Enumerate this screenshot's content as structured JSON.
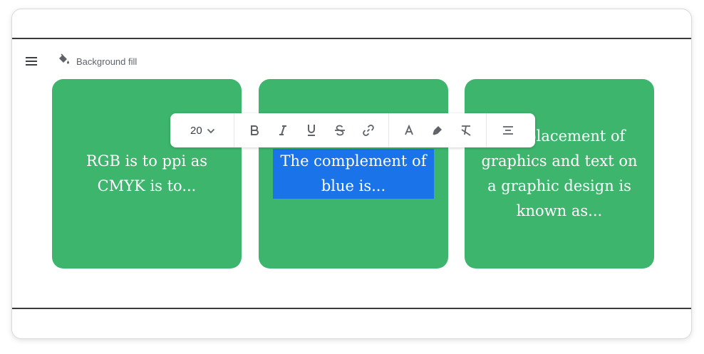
{
  "toolbar_top": {
    "background_fill_label": "Background fill"
  },
  "cards": [
    {
      "text": "RGB is to ppi as CMYK is to..."
    },
    {
      "text": "The complement of blue is..."
    },
    {
      "text": "The placement of graphics and text on a graphic design is known as..."
    }
  ],
  "format_toolbar": {
    "font_size": "20",
    "buttons": [
      "bold",
      "italic",
      "underline",
      "strikethrough",
      "link",
      "text-color",
      "highlight",
      "clear-formatting",
      "align"
    ]
  },
  "colors": {
    "card_green": "#3db56d",
    "selection_blue": "#1a73e8",
    "icon_gray": "#5f6368"
  }
}
